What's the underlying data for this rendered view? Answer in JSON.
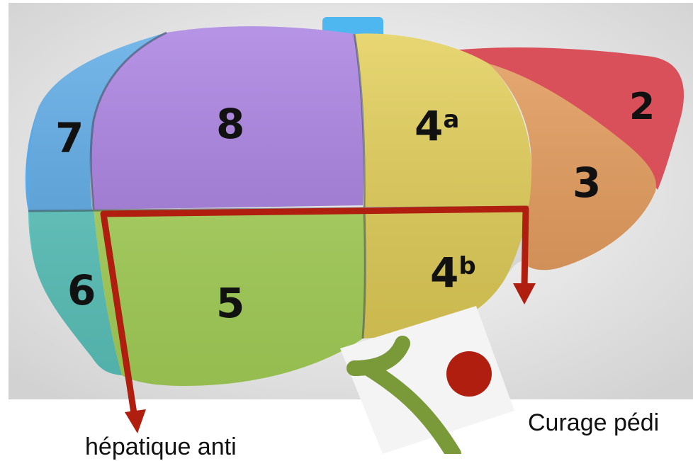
{
  "segments": {
    "s7": "7",
    "s8": "8",
    "s4a_num": "4",
    "s4a_sup": "a",
    "s2": "2",
    "s3": "3",
    "s6": "6",
    "s5": "5",
    "s4b_num": "4",
    "s4b_sup": "b"
  },
  "captions": {
    "right": "Curage pédi",
    "left": "hépatique anti"
  },
  "colors": {
    "seg7": "#5aa9e6",
    "seg8": "#a77de0",
    "seg4": "#e3cf55",
    "seg2": "#d9505a",
    "seg3": "#e59a58",
    "seg6": "#5cc8c0",
    "seg5": "#a9d65a",
    "resection_line": "#b01e10",
    "marker_dot": "#b01e10",
    "background": "#e9e9e9"
  }
}
